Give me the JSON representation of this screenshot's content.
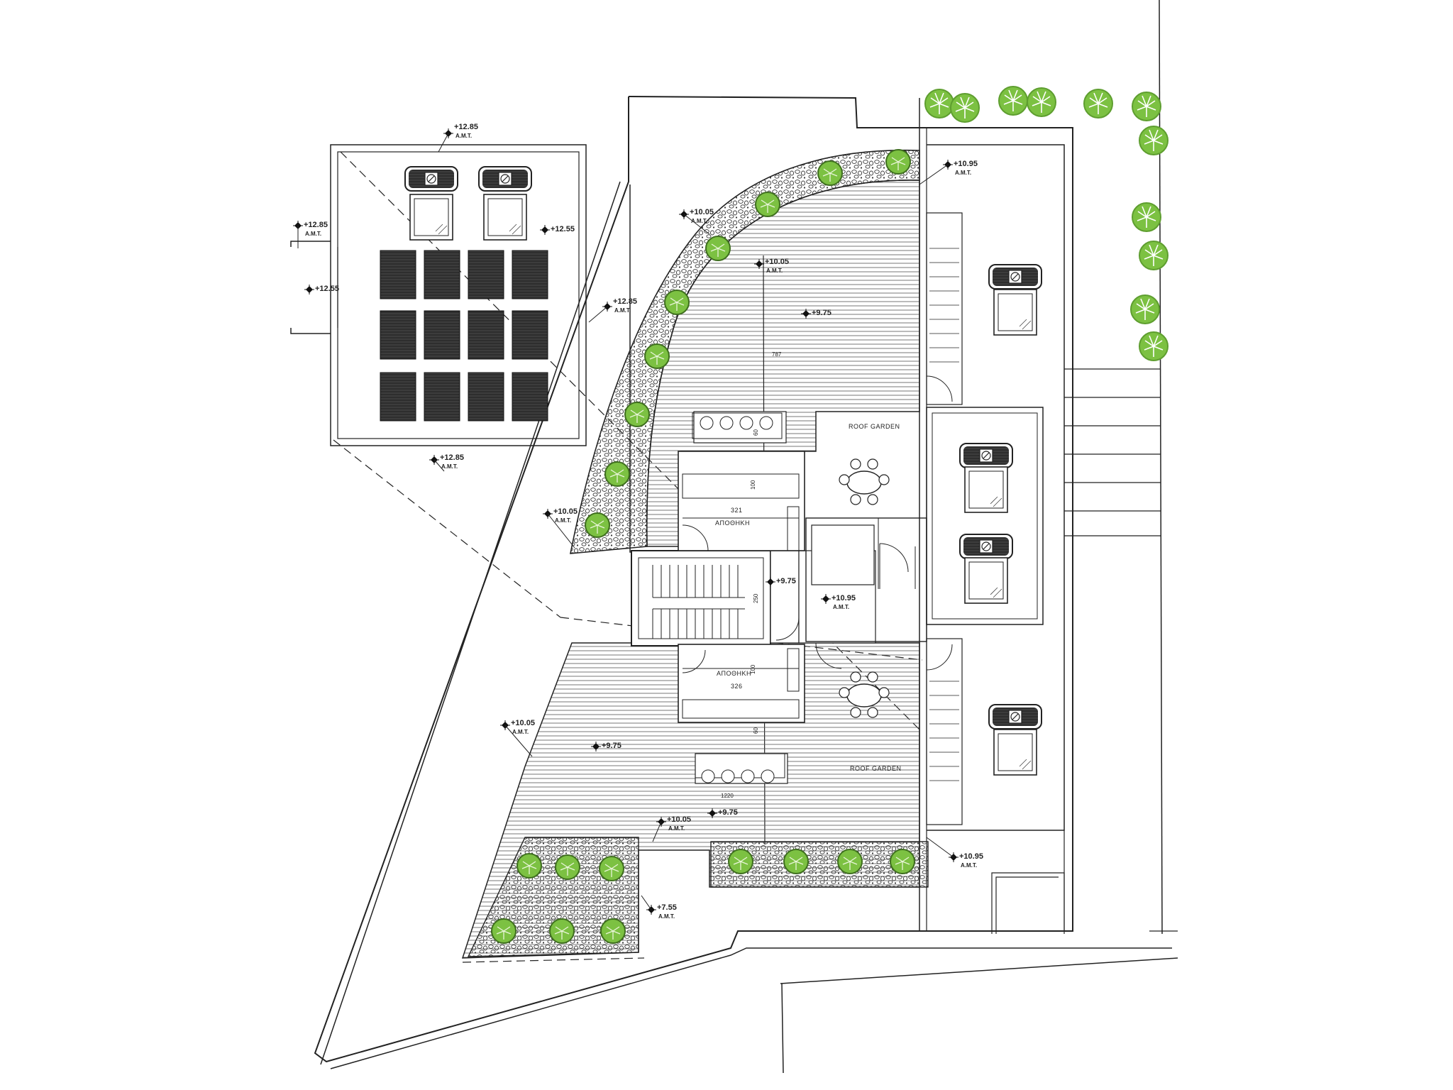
{
  "labels": {
    "amt": "A.M.T.",
    "storage": "ΑΠΟΘΗΚΗ",
    "roof_garden": "ROOF GARDEN",
    "room_321": "321",
    "room_326": "326",
    "dim_787": "787",
    "dim_1220": "1220",
    "dim_100a": "100",
    "dim_100b": "100",
    "dim_60a": "60",
    "dim_60b": "60",
    "dim_250": "250"
  },
  "levels": {
    "l1": "+12.85",
    "l2": "+12.85",
    "l3": "+12.55",
    "l4": "+12.55",
    "l5": "+12.85",
    "l6": "+12.85",
    "l7": "+10.05",
    "l8": "+10.05",
    "l9": "+10.95",
    "l10": "+9.75",
    "l11": "+10.05",
    "l12": "+9.75",
    "l13": "+10.95",
    "l14": "+10.05",
    "l15": "+9.75",
    "l16": "+10.05",
    "l17": "+9.75",
    "l18": "+10.95",
    "l19": "+7.55"
  },
  "colors": {
    "tree": "#7cc142",
    "tree_dark": "#5e9e2f",
    "panel": "#2a2a2a",
    "line": "#222222"
  }
}
